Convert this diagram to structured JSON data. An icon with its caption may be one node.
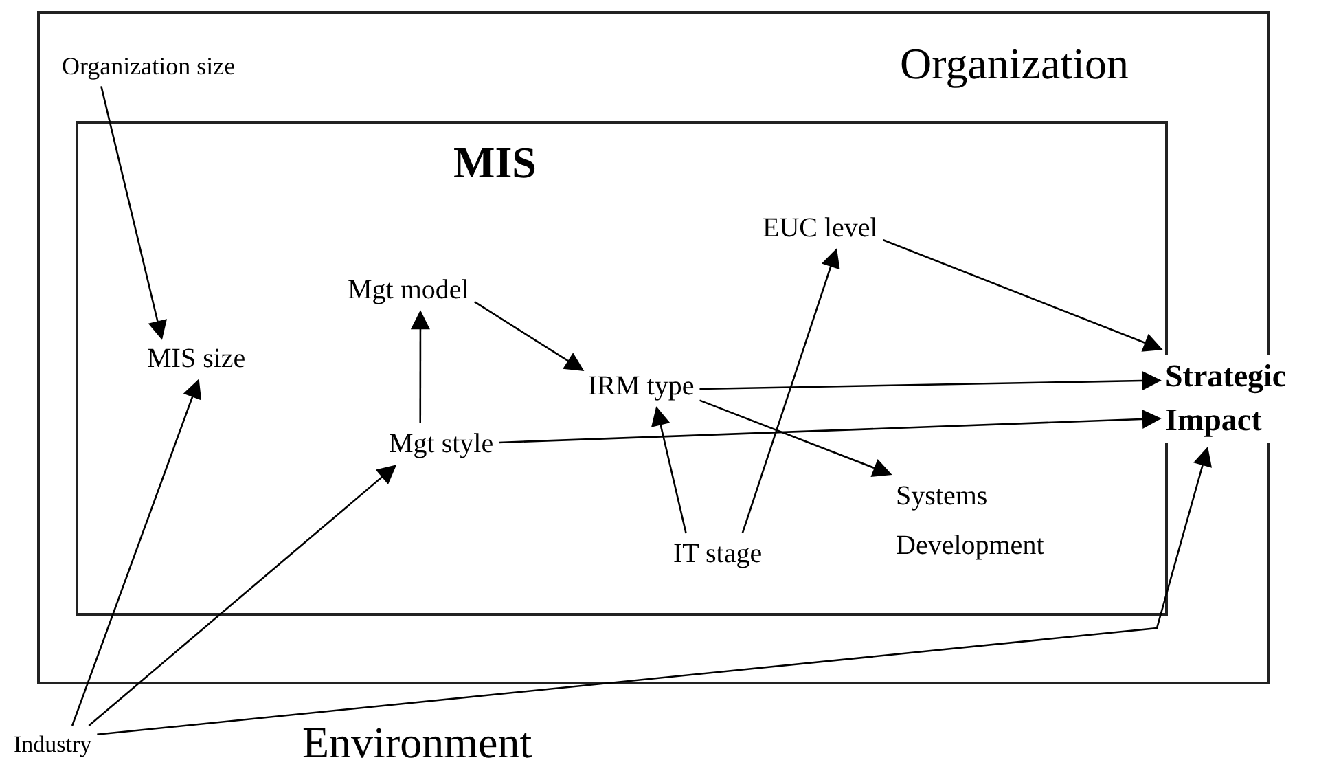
{
  "diagram": {
    "nodes": [
      {
        "text": [
          "Organization"
        ]
      },
      {
        "text": [
          "MIS"
        ],
        "in": 0
      },
      {
        "text": [
          "Organization size"
        ],
        "in": 0
      },
      {
        "text": [
          "MIS size"
        ],
        "in": 1
      },
      {
        "text": [
          "Mgt model"
        ],
        "in": 1
      },
      {
        "text": [
          "Mgt style"
        ],
        "in": 1
      },
      {
        "text": [
          "IRM type"
        ],
        "in": 1
      },
      {
        "text": [
          "EUC level"
        ],
        "in": 1
      },
      {
        "text": [
          "IT stage"
        ],
        "in": 1
      },
      {
        "text": [
          "Systems Development"
        ],
        "in": 1
      },
      {
        "text": [
          "Strategic Impact"
        ]
      },
      {
        "text": [
          "Industry"
        ]
      }
    ],
    "edges": [
      {
        "from": 2,
        "to": 3,
        "arrow": "to"
      },
      {
        "from": 4,
        "to": 6,
        "arrow": "to"
      },
      {
        "from": 5,
        "to": 4,
        "arrow": "to"
      },
      {
        "from": 11,
        "to": 3,
        "arrow": "to"
      },
      {
        "from": 11,
        "to": 5,
        "arrow": "to"
      },
      {
        "from": 11,
        "to": 10,
        "arrow": "to"
      },
      {
        "from": 6,
        "to": 10,
        "arrow": "to"
      },
      {
        "from": 5,
        "to": 10,
        "arrow": "to"
      },
      {
        "from": 6,
        "to": 9,
        "arrow": "to"
      },
      {
        "from": 8,
        "to": 6,
        "arrow": "to"
      },
      {
        "from": 8,
        "to": 7,
        "arrow": "to"
      },
      {
        "from": 7,
        "to": 10,
        "arrow": "to"
      }
    ],
    "labels": [
      "Environment"
    ]
  }
}
